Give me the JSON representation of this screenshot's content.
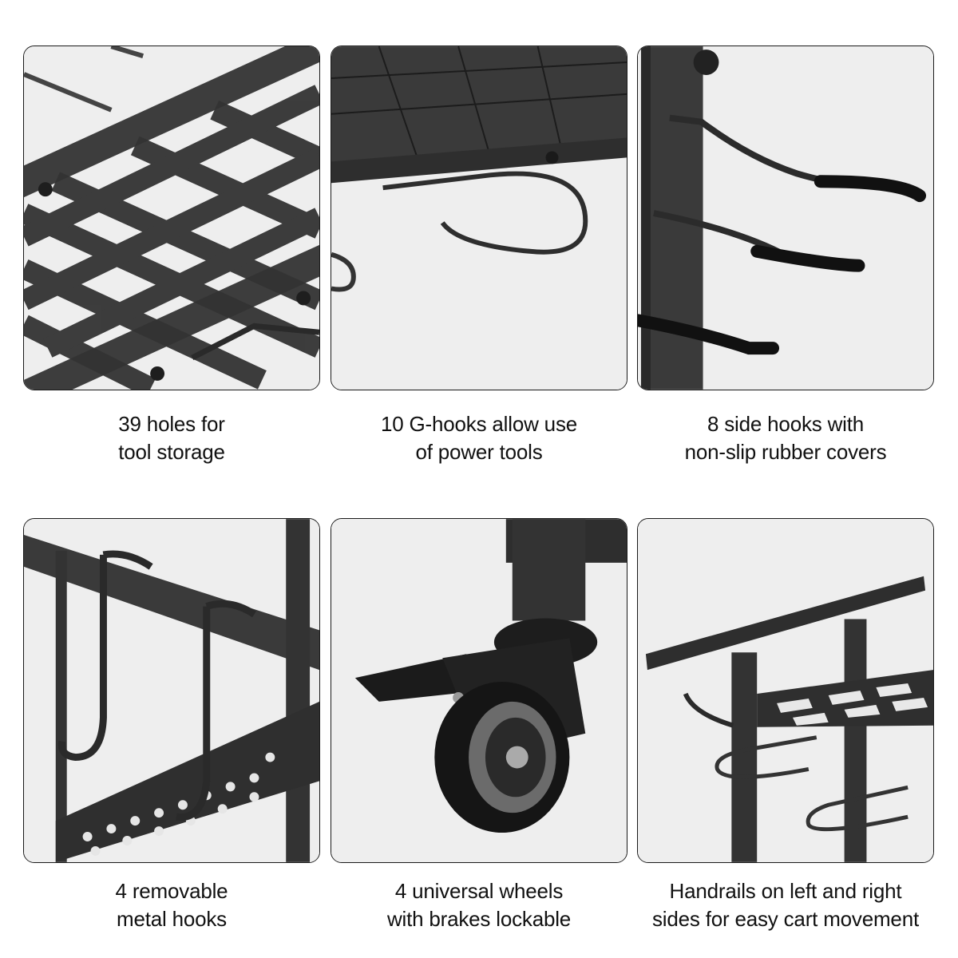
{
  "features": [
    {
      "id": "tool-holes",
      "image_icon": "grid-shelf-photo",
      "line1": "39 holes for",
      "line2": "tool storage"
    },
    {
      "id": "g-hooks",
      "image_icon": "g-hook-photo",
      "line1": "10 G-hooks allow use",
      "line2": "of power tools"
    },
    {
      "id": "side-hooks",
      "image_icon": "side-hooks-photo",
      "line1": "8 side hooks with",
      "line2": "non-slip rubber covers"
    },
    {
      "id": "metal-hooks",
      "image_icon": "metal-hooks-photo",
      "line1": "4 removable",
      "line2": "metal hooks"
    },
    {
      "id": "wheels",
      "image_icon": "caster-wheel-photo",
      "line1": "4 universal wheels",
      "line2": "with brakes lockable"
    },
    {
      "id": "handrails",
      "image_icon": "handrail-photo",
      "line1": "Handrails on left and right",
      "line2": "sides for easy cart movement"
    }
  ],
  "colors": {
    "metal": "#3a3a3a",
    "metal_dark": "#222222",
    "background": "#f2f2f2",
    "border": "#1a1a1a",
    "text": "#111111"
  }
}
